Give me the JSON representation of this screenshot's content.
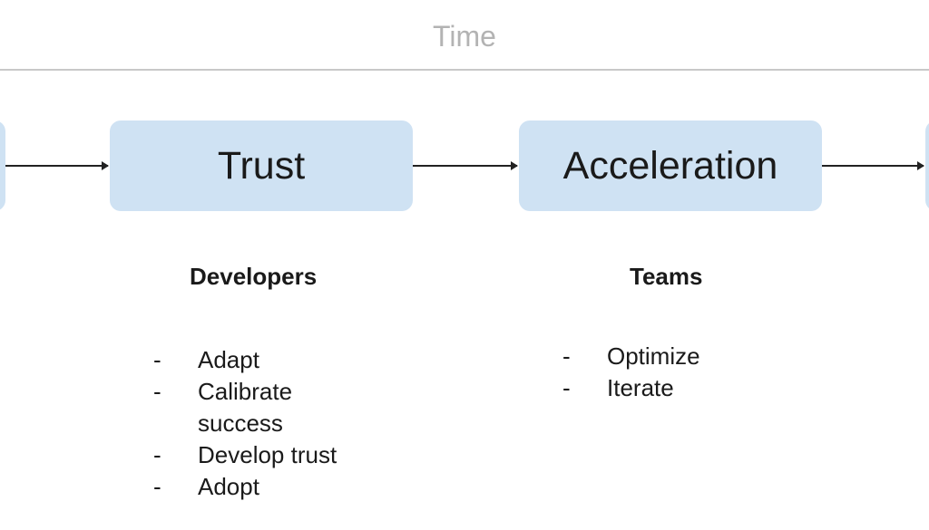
{
  "header": {
    "time_label": "Time"
  },
  "stages": [
    {
      "label": ""
    },
    {
      "label": "Trust"
    },
    {
      "label": "Acceleration"
    },
    {
      "label": ""
    }
  ],
  "groups": [
    {
      "title": "Developers",
      "items": [
        {
          "dash": "-",
          "text": "Adapt"
        },
        {
          "dash": "-",
          "text": "Calibrate success"
        },
        {
          "dash": "-",
          "text": "Develop trust"
        },
        {
          "dash": "-",
          "text": "Adopt"
        }
      ]
    },
    {
      "title": "Teams",
      "items": [
        {
          "dash": "-",
          "text": "Optimize"
        },
        {
          "dash": "-",
          "text": "Iterate"
        }
      ]
    }
  ],
  "colors": {
    "stage_fill": "#cfe2f3",
    "time_text": "#b3b3b3",
    "rule": "#c8c8c8",
    "arrow": "#222222"
  }
}
